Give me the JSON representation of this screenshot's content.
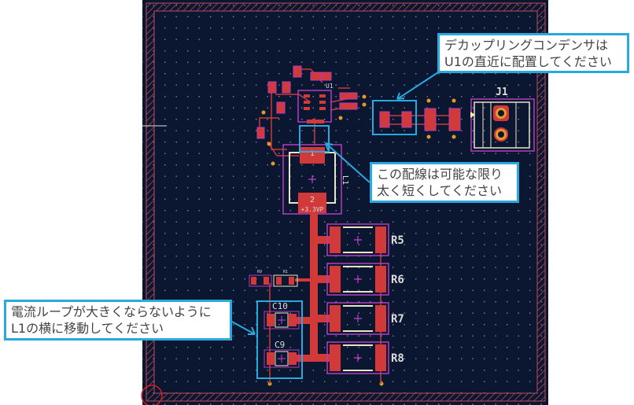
{
  "annotations": {
    "decoupling": {
      "line1": "デカップリングコンデンサは",
      "line2": "U1の直近に配置してください"
    },
    "trace": {
      "line1": "この配線は可能な限り",
      "line2": "太く短くしてください"
    },
    "loop": {
      "line1": "電流ループが大きくならないように",
      "line2": "L1の横に移動してください"
    }
  },
  "components": {
    "u1": "U1",
    "l1": "L1",
    "l1_pad1": "1",
    "l1_pad2": "2",
    "l1_net": "+3.3VP",
    "j1": "J1",
    "r5": "R5",
    "r6": "R6",
    "r7": "R7",
    "r8": "R8",
    "c10": "C10",
    "c9": "C9",
    "r9": "R9",
    "r1": "R1"
  },
  "colors": {
    "background": "#0b1730",
    "copper": "#d23a3a",
    "courtyard": "#b23ec0",
    "silkscreen": "#e8e4c8",
    "highlight": "#29a9e0"
  }
}
